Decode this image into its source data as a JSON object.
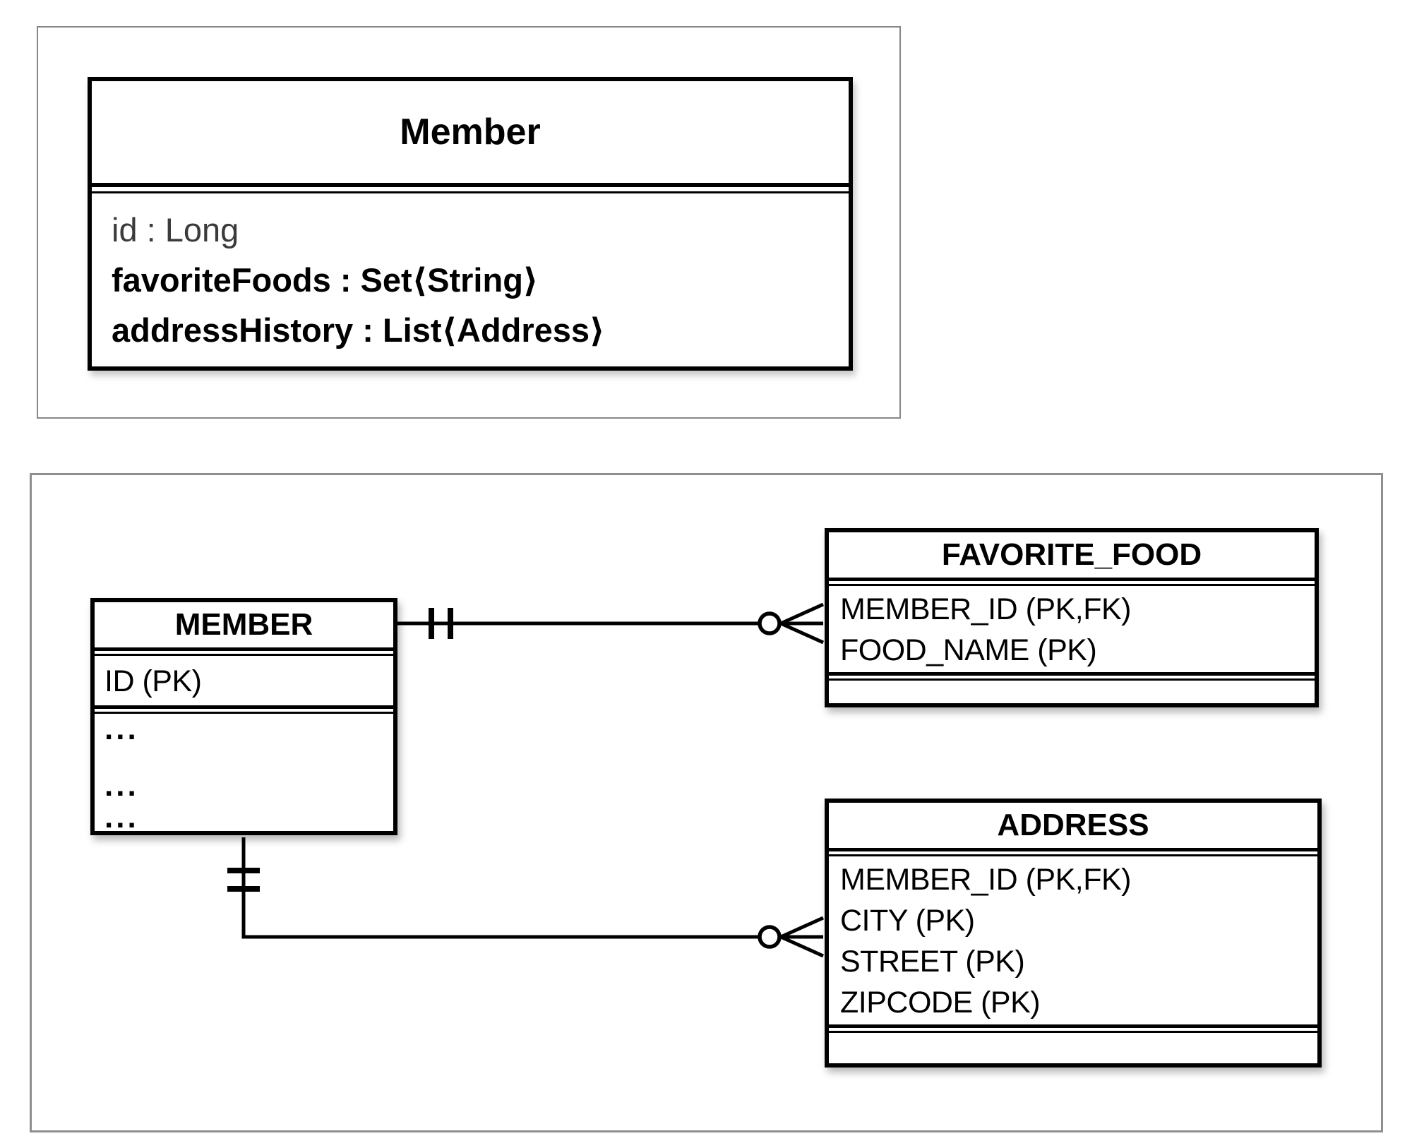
{
  "uml": {
    "class": {
      "title": "Member",
      "attributes": [
        {
          "text": "id : Long",
          "style": "muted"
        },
        {
          "text": "favoriteFoods : Set⟨String⟩",
          "style": "bold"
        },
        {
          "text": "addressHistory : List⟨Address⟩",
          "style": "bold"
        }
      ]
    }
  },
  "er": {
    "tables": [
      {
        "name": "MEMBER",
        "columns": [
          "ID (PK)"
        ],
        "extra_rows": [
          "...",
          "...",
          "..."
        ]
      },
      {
        "name": "FAVORITE_FOOD",
        "columns": [
          "MEMBER_ID (PK,FK)",
          "FOOD_NAME (PK)"
        ],
        "extra_rows": []
      },
      {
        "name": "ADDRESS",
        "columns": [
          "MEMBER_ID (PK,FK)",
          "CITY (PK)",
          "STREET (PK)",
          "ZIPCODE (PK)"
        ],
        "extra_rows": []
      }
    ],
    "relationships": [
      {
        "from": "MEMBER",
        "to": "FAVORITE_FOOD",
        "from_end": "one-and-only-one",
        "to_end": "zero-or-many"
      },
      {
        "from": "MEMBER",
        "to": "ADDRESS",
        "from_end": "one-and-only-one",
        "to_end": "zero-or-many"
      }
    ]
  },
  "colors": {
    "line": "#000000",
    "panel_border": "#878787",
    "muted_text": "#3b3b3b",
    "background": "#ffffff"
  }
}
